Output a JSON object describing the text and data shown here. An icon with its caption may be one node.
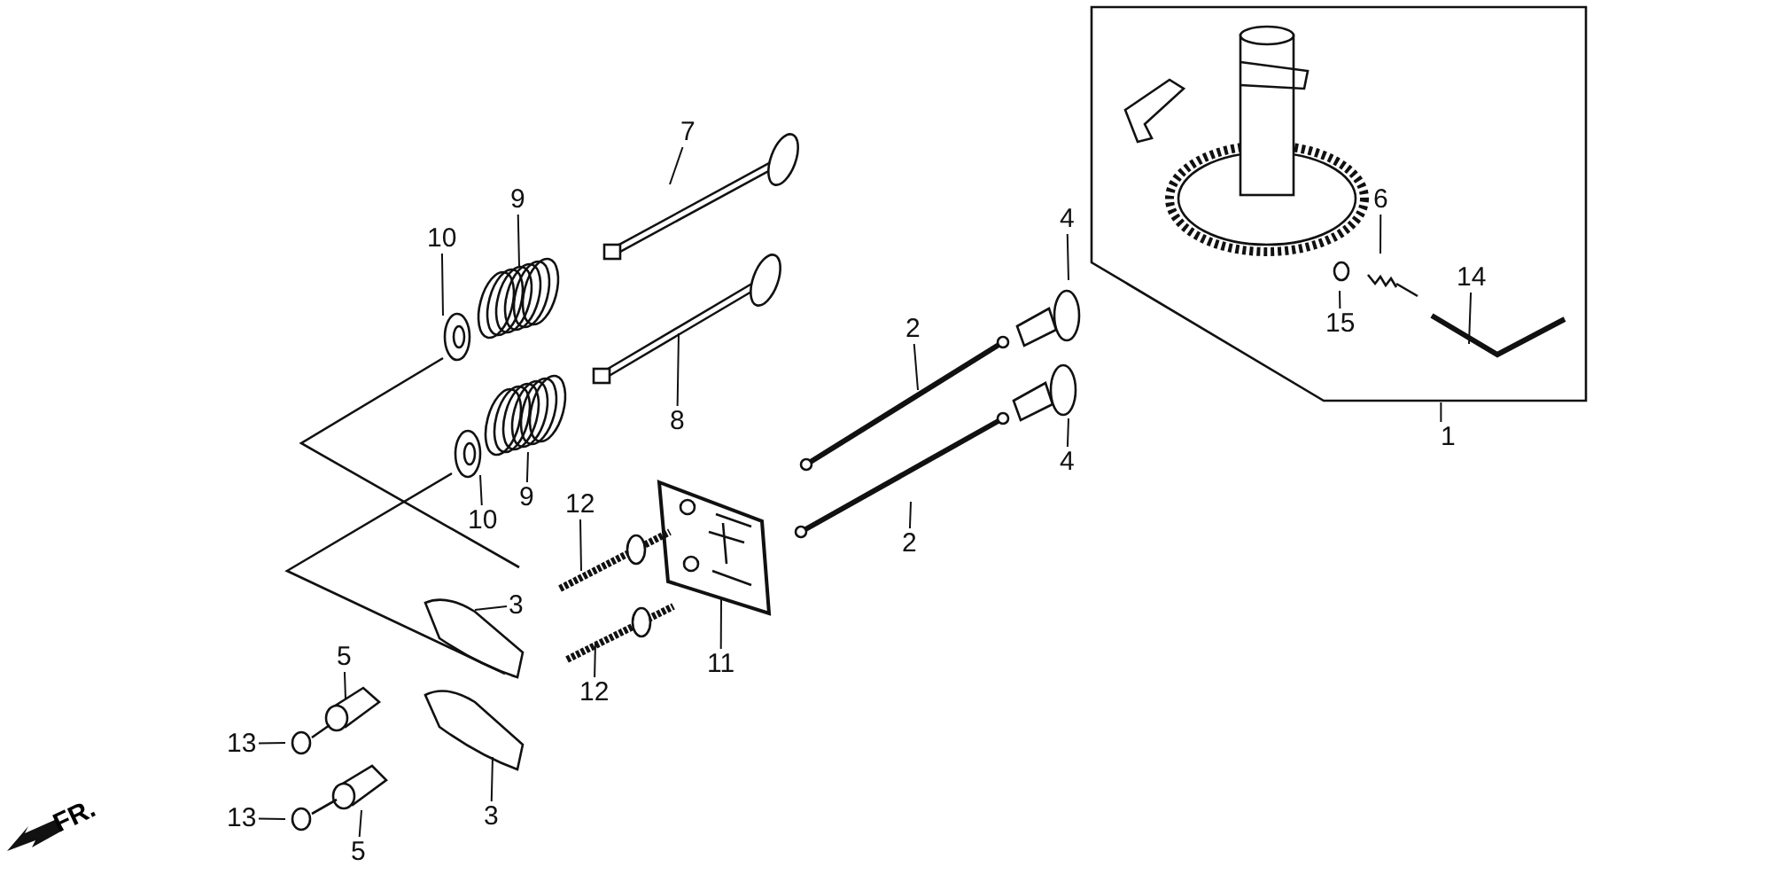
{
  "diagram": {
    "nodes": [
      {
        "text": [],
        "shape": "box"
      },
      {
        "text": [
          "7"
        ]
      },
      {
        "text": [
          "9"
        ]
      },
      {
        "text": [
          "6"
        ],
        "in": 0
      },
      {
        "text": [
          "4"
        ]
      },
      {
        "text": [
          "10"
        ]
      },
      {
        "text": [
          "14"
        ],
        "in": 0
      },
      {
        "text": [
          "15"
        ],
        "in": 0
      },
      {
        "text": [
          "2"
        ]
      },
      {
        "text": [
          "8"
        ]
      },
      {
        "text": [
          "1"
        ]
      },
      {
        "text": [
          "4"
        ]
      },
      {
        "text": [
          "9"
        ]
      },
      {
        "text": [
          "12"
        ]
      },
      {
        "text": [
          "10"
        ]
      },
      {
        "text": [
          "2"
        ]
      },
      {
        "text": [
          "3"
        ]
      },
      {
        "text": [
          "5"
        ]
      },
      {
        "text": [
          "11"
        ]
      },
      {
        "text": [
          "12"
        ]
      },
      {
        "text": [
          "13"
        ]
      },
      {
        "text": [
          "3"
        ]
      },
      {
        "text": [
          "13"
        ]
      },
      {
        "text": [
          "5"
        ]
      }
    ],
    "edges": [
      {
        "from": 1,
        "to": null,
        "arrow": "none"
      },
      {
        "from": 2,
        "to": null,
        "arrow": "none"
      },
      {
        "from": 3,
        "to": null,
        "arrow": "none"
      },
      {
        "from": 4,
        "to": null,
        "arrow": "none"
      },
      {
        "from": 5,
        "to": null,
        "arrow": "none"
      },
      {
        "from": 6,
        "to": null,
        "arrow": "none"
      },
      {
        "from": 7,
        "to": null,
        "arrow": "none"
      },
      {
        "from": 8,
        "to": null,
        "arrow": "none"
      },
      {
        "from": 9,
        "to": null,
        "arrow": "none"
      },
      {
        "from": 10,
        "to": 0,
        "arrow": "none"
      },
      {
        "from": 11,
        "to": null,
        "arrow": "none"
      },
      {
        "from": 12,
        "to": null,
        "arrow": "none"
      },
      {
        "from": 13,
        "to": null,
        "arrow": "none"
      },
      {
        "from": 14,
        "to": null,
        "arrow": "none"
      },
      {
        "from": 15,
        "to": null,
        "arrow": "none"
      },
      {
        "from": 16,
        "to": null,
        "arrow": "none"
      },
      {
        "from": 17,
        "to": null,
        "arrow": "none"
      },
      {
        "from": 18,
        "to": null,
        "arrow": "none"
      },
      {
        "from": 19,
        "to": null,
        "arrow": "none"
      },
      {
        "from": 20,
        "to": null,
        "arrow": "none"
      },
      {
        "from": 21,
        "to": null,
        "arrow": "none"
      },
      {
        "from": 22,
        "to": null,
        "arrow": "none"
      },
      {
        "from": 23,
        "to": null,
        "arrow": "none"
      }
    ],
    "labels": [
      "FR."
    ]
  }
}
